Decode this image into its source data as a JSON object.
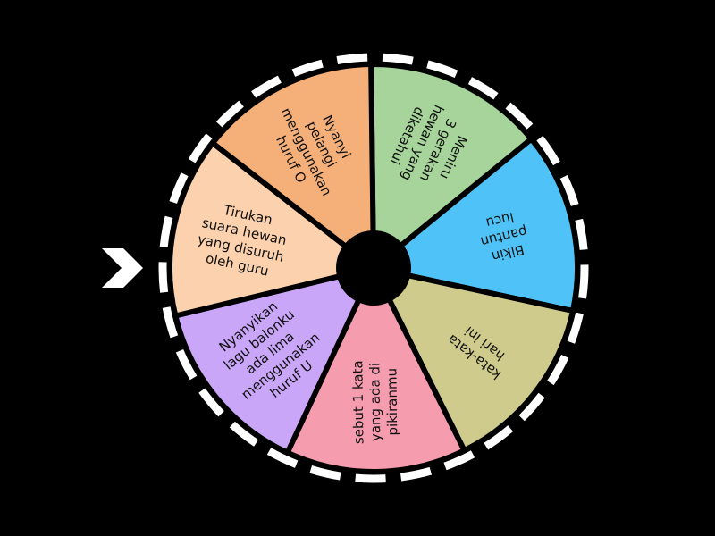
{
  "wheel": {
    "segments": [
      {
        "lines": [
          "Meniru",
          "3 gerakan",
          "hewan yang",
          "diketahui"
        ],
        "color": "#a6d49a"
      },
      {
        "lines": [
          "Bikin",
          "pantun",
          "lucu"
        ],
        "color": "#4fc3f7"
      },
      {
        "lines": [
          "kata-kata",
          "hari ini"
        ],
        "color": "#cfcb8c"
      },
      {
        "lines": [
          "sebut 1 kata",
          "yang ada di",
          "pikiranmu"
        ],
        "color": "#f59caf"
      },
      {
        "lines": [
          "Nyanyikan",
          "lagu balonku",
          "ada lima",
          "menggunakan",
          "huruf U"
        ],
        "color": "#c9a6f7"
      },
      {
        "lines": [
          "Tirukan",
          "suara hewan",
          "yang disuruh",
          "oleh guru"
        ],
        "color": "#fcd1ad"
      },
      {
        "lines": [
          "Nyanyi",
          "pelangi",
          "menggunakan",
          "huruf O"
        ],
        "color": "#f5b07a"
      }
    ],
    "rim_color": "#000000",
    "dash_color": "#ffffff",
    "hub_color": "#000000",
    "pointer_color": "#ffffff"
  }
}
